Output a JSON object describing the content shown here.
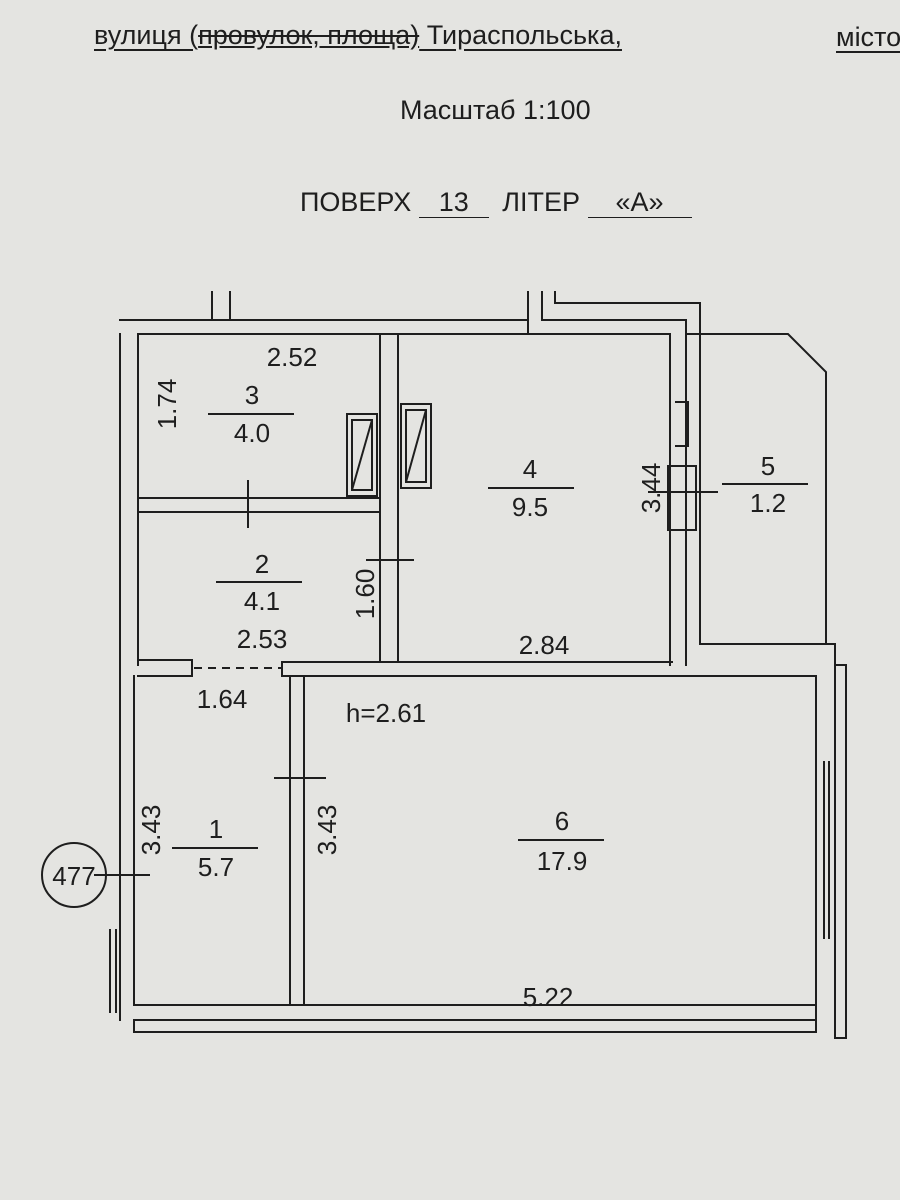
{
  "header": {
    "street_prefix": "вулиця (",
    "street_struck": "провулок, площа)",
    "street_name": " Тираспольська,",
    "city_label": "місто",
    "scale": "Масштаб 1:100",
    "floor_label": "ПОВЕРХ",
    "floor_value": "13",
    "letter_label": "ЛІТЕР",
    "letter_value": "«А»"
  },
  "rooms": [
    {
      "number": "1",
      "area": "5.7"
    },
    {
      "number": "2",
      "area": "4.1"
    },
    {
      "number": "3",
      "area": "4.0"
    },
    {
      "number": "4",
      "area": "9.5"
    },
    {
      "number": "5",
      "area": "1.2"
    },
    {
      "number": "6",
      "area": "17.9"
    }
  ],
  "dimensions": {
    "room3_width": "2.52",
    "room3_height": "1.74",
    "room2_width": "2.53",
    "room2_height": "1.60",
    "room4_width": "2.84",
    "room4_height": "3.44",
    "hall_width": "1.64",
    "room1_height": "3.43",
    "room6_height": "3.43",
    "room6_width": "5.22",
    "ceiling_height": "h=2.61"
  },
  "marker": "477"
}
